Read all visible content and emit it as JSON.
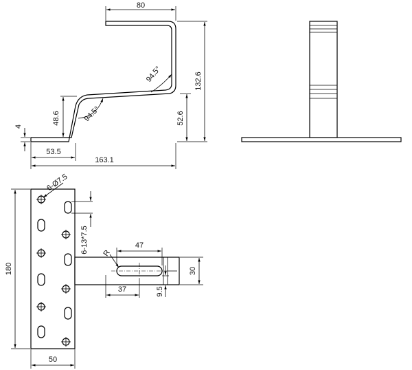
{
  "dimensions": {
    "top_width": "80",
    "total_height": "132.6",
    "angle_upper": "94.5°",
    "angle_lower": "94.5°",
    "left_height": "48.6",
    "base_thickness": "4",
    "right_height": "52.6",
    "foot_length": "53.5",
    "total_length": "163.1",
    "hole_spec": "6-Ø7.5",
    "slot_spec": "6-13*7.5",
    "plate_height": "180",
    "plate_width": "50",
    "slot_length": "47",
    "radius_label": "R",
    "slot_offset": "37",
    "slot_edge": "9.5",
    "arm_width": "30"
  },
  "colors": {
    "line": "#000000",
    "background": "#ffffff"
  }
}
